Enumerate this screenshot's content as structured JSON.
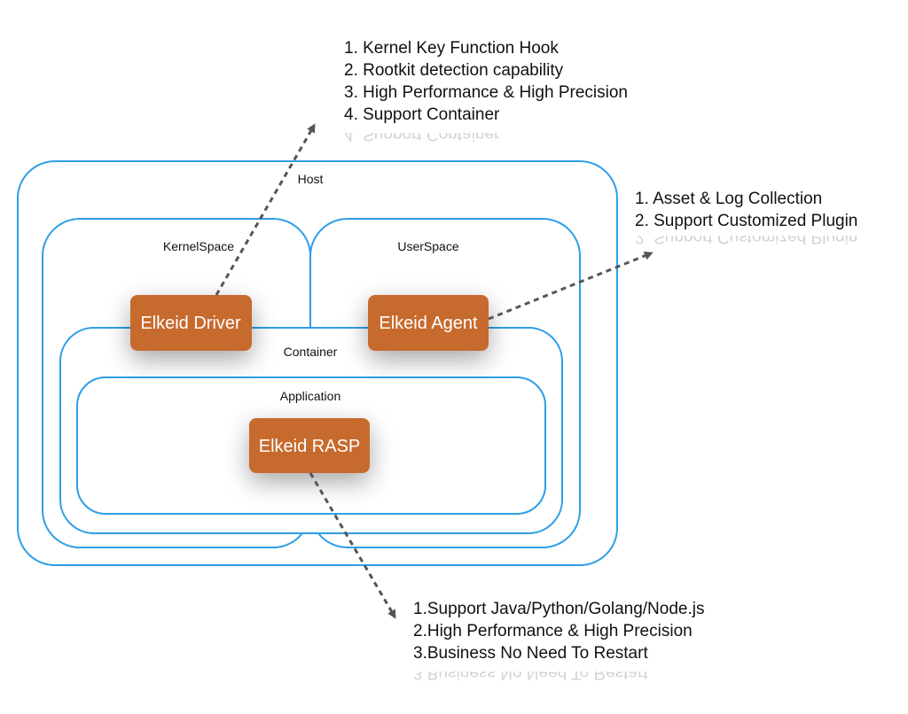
{
  "labels": {
    "host": "Host",
    "kernel_space": "KernelSpace",
    "user_space": "UserSpace",
    "container": "Container",
    "application": "Application"
  },
  "components": {
    "driver": "Elkeid Driver",
    "agent": "Elkeid Agent",
    "rasp": "Elkeid RASP"
  },
  "notes": {
    "driver": [
      "1. Kernel Key Function Hook",
      "2. Rootkit detection capability",
      "3. High Performance & High Precision",
      "4. Support Container"
    ],
    "agent": [
      "1. Asset & Log Collection",
      "2. Support Customized Plugin"
    ],
    "rasp": [
      "1.Support Java/Python/Golang/Node.js",
      "2.High Performance & High Precision",
      "3.Business No Need To Restart"
    ]
  },
  "colors": {
    "border": "#2d9ee8",
    "component": "#c76a2e",
    "arrow": "#555555"
  }
}
